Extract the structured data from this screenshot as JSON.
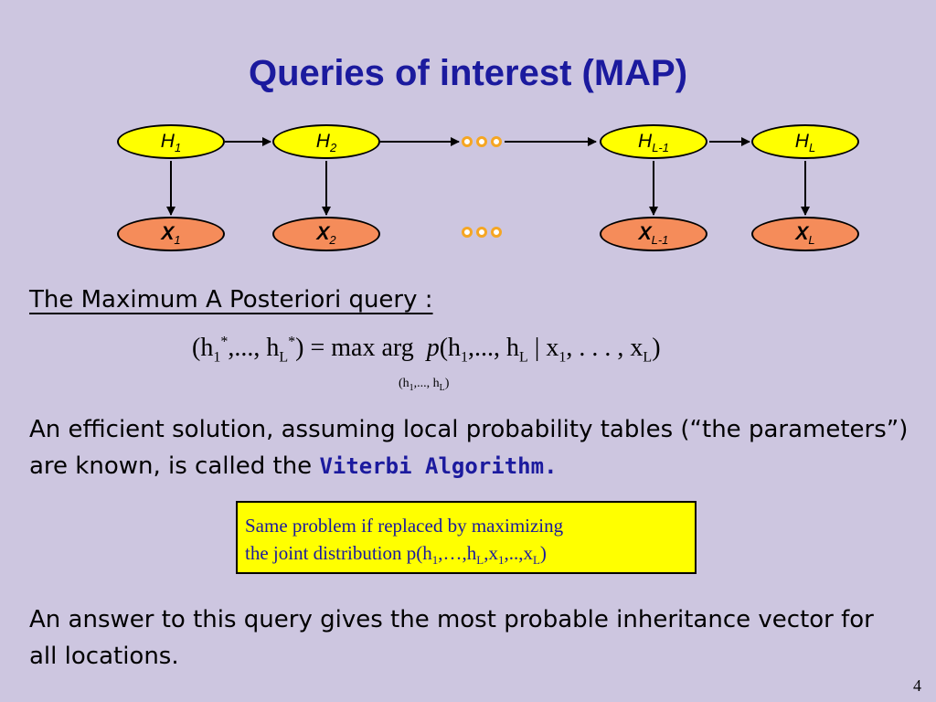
{
  "slide": {
    "title": "Queries of interest (MAP)",
    "page_number": "4"
  },
  "network": {
    "hidden_nodes": [
      {
        "main": "H",
        "sub": "1"
      },
      {
        "main": "H",
        "sub": "2"
      },
      {
        "main": "H",
        "sub": "L-1"
      },
      {
        "main": "H",
        "sub": "L"
      }
    ],
    "observed_nodes": [
      {
        "main": "X",
        "sub": "1"
      },
      {
        "main": "X",
        "sub": "2"
      },
      {
        "main": "X",
        "sub": "L-1"
      },
      {
        "main": "X",
        "sub": "L"
      }
    ],
    "colors": {
      "hidden_fill": "#ffff00",
      "observed_fill": "#f58c5a",
      "ellipsis_dots": "#f5a623"
    }
  },
  "definition": "The Maximum A Posteriori  query :",
  "formula": {
    "lhs_open": "(h",
    "lhs_sub1": "1",
    "lhs_sup1": "*",
    "lhs_mid": ",..., h",
    "lhs_subL": "L",
    "lhs_supL": "*",
    "lhs_close": ")",
    "equals": " = ",
    "operator": "max arg",
    "rhs_p": "p",
    "rhs_open": "(h",
    "rhs_sub1": "1",
    "rhs_mid": ",..., h",
    "rhs_subL": "L",
    "rhs_bar": " | x",
    "rhs_xsub1": "1",
    "rhs_dots": ", . . . , x",
    "rhs_xsubL": "L",
    "rhs_close": ")",
    "under_open": "(h",
    "under_sub1": "1",
    "under_mid": ",..., h",
    "under_subL": "L",
    "under_close": ")"
  },
  "paragraph1": {
    "text": "An efficient solution, assuming local probability tables (“the parameters”) are known, is called the ",
    "highlight": "Viterbi Algorithm."
  },
  "note": {
    "line1": "Same problem if replaced by maximizing",
    "line2_prefix": "the joint distribution p(h",
    "sub_h1": "1",
    "mid1": ",…,h",
    "sub_hL": "L",
    "mid2": ",x",
    "sub_x1": "1",
    "mid3": ",..,x",
    "sub_xL": "L",
    "end": ")"
  },
  "paragraph2": "An answer to this query gives the most probable inheritance vector for all locations."
}
